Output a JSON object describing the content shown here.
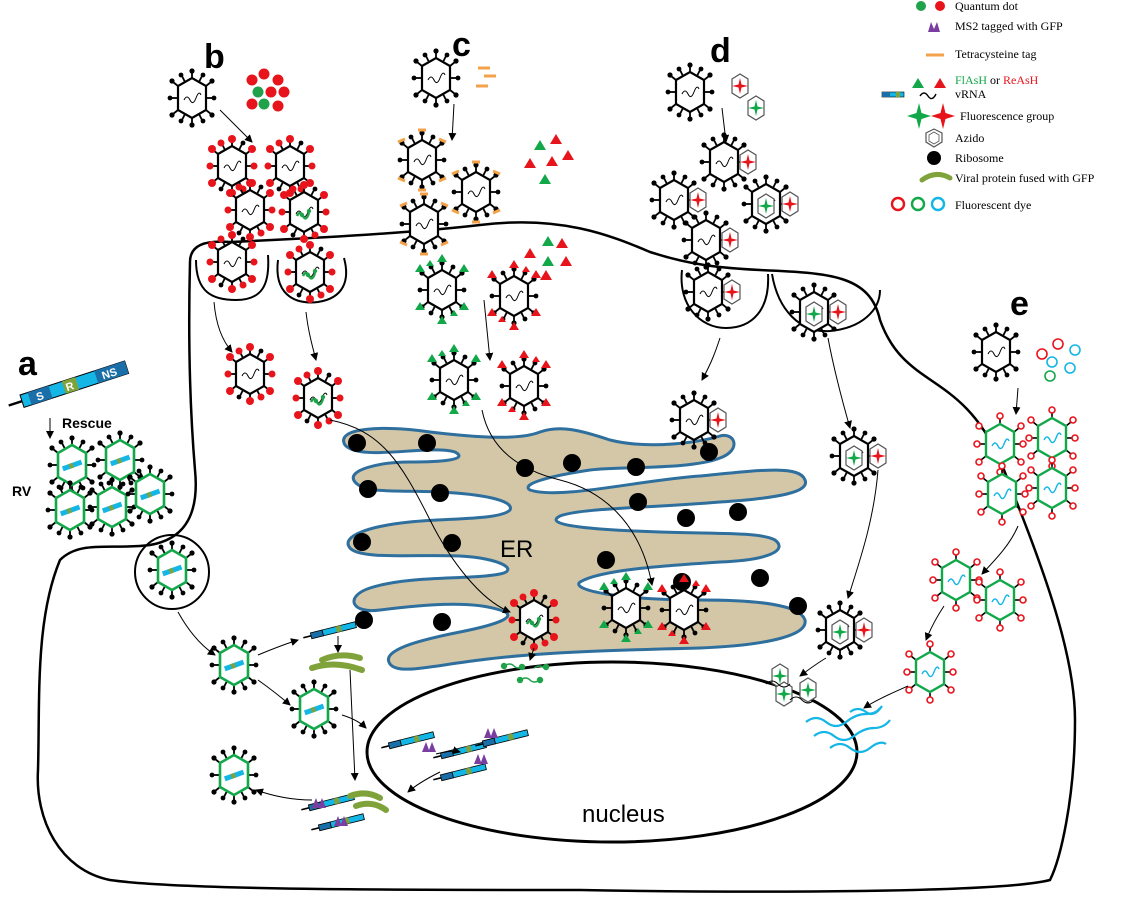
{
  "panels": {
    "a": "a",
    "b": "b",
    "c": "c",
    "d": "d",
    "e": "e"
  },
  "labels": {
    "rescue": "Rescue",
    "rv": "RV",
    "er": "ER",
    "nucleus": "nucleus",
    "segment_s": "S",
    "segment_r": "R",
    "segment_ns": "NS"
  },
  "legend": {
    "quantum_dot": "Quantum dot",
    "ms2": "MS2 tagged with GFP",
    "tetracysteine": "Tetracysteine tag",
    "flash": "FlAsH",
    "or": " or ",
    "reash": "ReAsH",
    "vrna": "vRNA",
    "fluorescence_group": "Fluorescence group",
    "azido": "Azido",
    "ribosome": "Ribosome",
    "viral_protein": "Viral protein fused with GFP",
    "fluorescent_dye": "Fluorescent dye"
  },
  "colors": {
    "qd_red": "#e8141b",
    "qd_green": "#1fa24a",
    "flash_green": "#12a84a",
    "reash_red": "#e8141b",
    "tc_orange": "#f2a24a",
    "er_fill": "#d4c7a8",
    "er_stroke": "#2e6f9e",
    "rna_blue": "#14b6e6",
    "protein_green": "#7fa23a",
    "ms2_purple": "#7a3ea0"
  }
}
